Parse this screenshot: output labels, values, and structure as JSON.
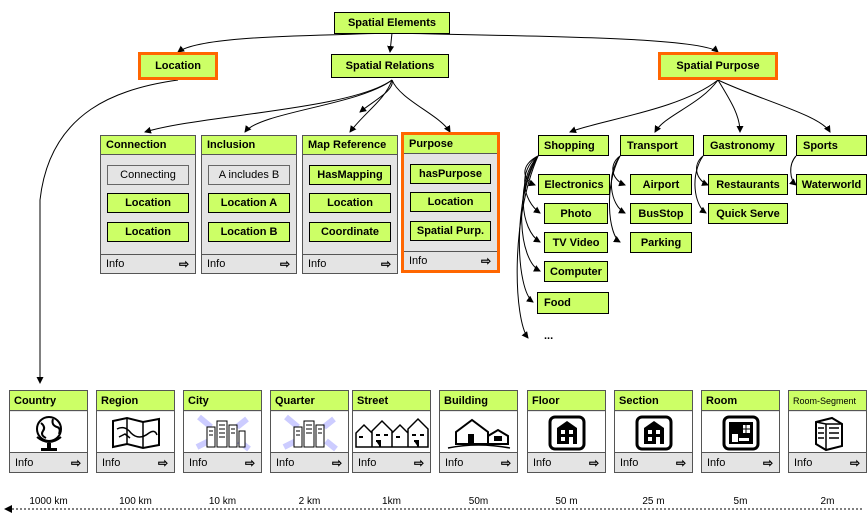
{
  "root": "Spatial Elements",
  "level1": {
    "location": "Location",
    "relations": "Spatial Relations",
    "purpose": "Spatial Purpose"
  },
  "relation_cards": [
    {
      "title": "Connection",
      "items": [
        "Connecting",
        "Location",
        "Location"
      ],
      "footer": "Info"
    },
    {
      "title": "Inclusion",
      "items": [
        "A  includes B",
        "Location A",
        "Location B"
      ],
      "footer": "Info"
    },
    {
      "title": "Map Reference",
      "items": [
        "HasMapping",
        "Location",
        "Coordinate"
      ],
      "footer": "Info"
    },
    {
      "title": "Purpose",
      "items": [
        "hasPurpose",
        "Location",
        "Spatial Purp."
      ],
      "footer": "Info"
    }
  ],
  "purposes": {
    "shopping": "Shopping",
    "shopping_children": [
      "Electronics",
      "Photo",
      "TV Video",
      "Computer",
      "Food"
    ],
    "ellipsis": "...",
    "transport": "Transport",
    "transport_children": [
      "Airport",
      "BusStop",
      "Parking"
    ],
    "gastronomy": "Gastronomy",
    "gastronomy_children": [
      "Restaurants",
      "Quick Serve"
    ],
    "sports": "Sports",
    "sports_children": [
      "Waterworld"
    ]
  },
  "locations": [
    {
      "name": "Country",
      "icon": "globe-icon",
      "distance": "1000 km",
      "footer": "Info"
    },
    {
      "name": "Region",
      "icon": "map-icon",
      "distance": "100 km",
      "footer": "Info"
    },
    {
      "name": "City",
      "icon": "city-icon",
      "distance": "10 km",
      "footer": "Info"
    },
    {
      "name": "Quarter",
      "icon": "quarter-icon",
      "distance": "2 km",
      "footer": "Info"
    },
    {
      "name": "Street",
      "icon": "street-icon",
      "distance": "1km",
      "footer": "Info"
    },
    {
      "name": "Building",
      "icon": "building-icon",
      "distance": "50m",
      "footer": "Info"
    },
    {
      "name": "Floor",
      "icon": "floor-icon",
      "distance": "50 m",
      "footer": "Info"
    },
    {
      "name": "Section",
      "icon": "section-icon",
      "distance": "25 m",
      "footer": "Info"
    },
    {
      "name": "Room",
      "icon": "room-icon",
      "distance": "5m",
      "footer": "Info"
    },
    {
      "name": "Room-Segment",
      "icon": "room-segment-icon",
      "distance": "2m",
      "footer": "Info"
    }
  ],
  "colors": {
    "node_fill": "#ccff66",
    "highlight_border": "#ff6600",
    "panel_grey": "#e4e4e4"
  }
}
